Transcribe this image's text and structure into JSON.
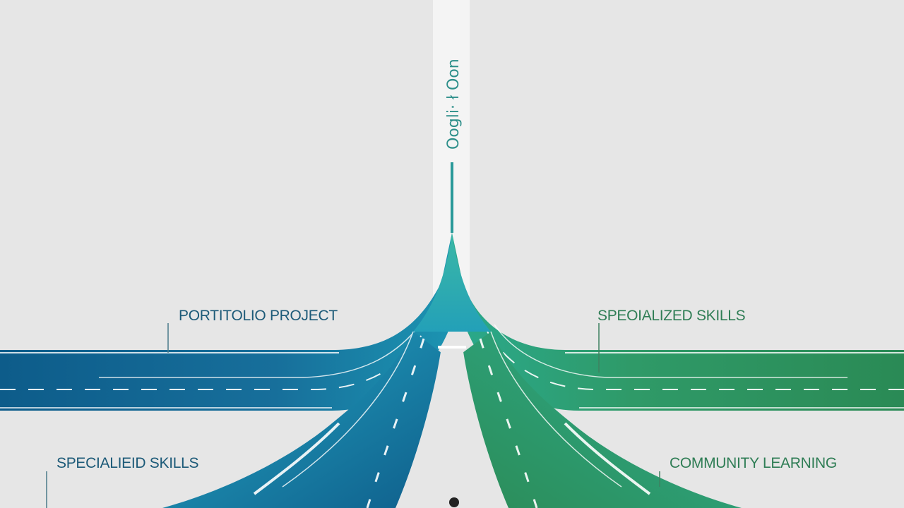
{
  "labels": {
    "upper_left": "PORTITOLIO PROJECT",
    "upper_right": "SPEOIALIZED SKILLS",
    "lower_left": "SPECIALIEID SKILLS",
    "lower_right": "COMMUNITY LEARNING"
  },
  "vertical_text": {
    "lower": "Oogli· ł",
    "upper": "Oon"
  },
  "colors": {
    "background": "#e6e6e6",
    "blue_dark": "#0d5c8a",
    "blue_mid": "#1a86b3",
    "teal": "#2bb5a8",
    "green_mid": "#3aa56a",
    "green_dark": "#2b8a55",
    "pillar": "#f4f4f4"
  }
}
